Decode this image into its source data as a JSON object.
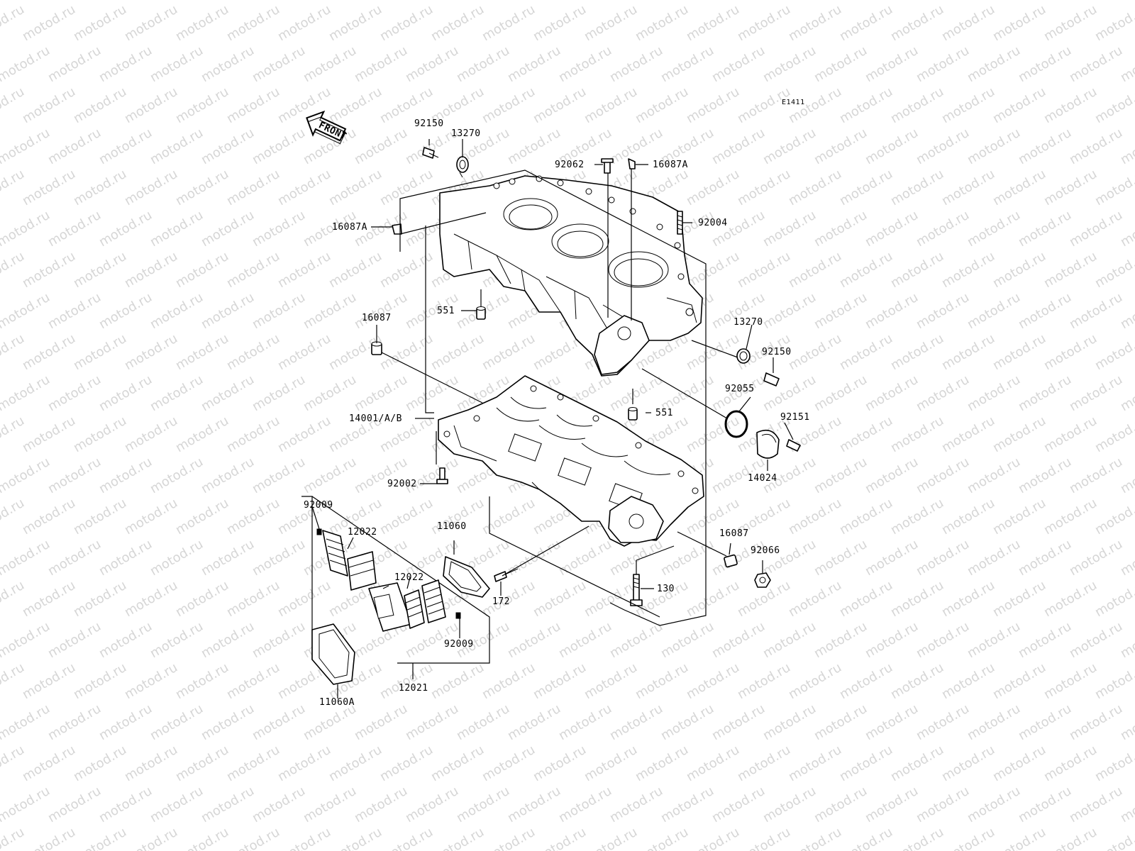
{
  "diagram_code": "E1411",
  "front_label": "FRONT",
  "watermark_text": "motod.ru",
  "parts": {
    "p92150_top": "92150",
    "p13270_top": "13270",
    "p92062": "92062",
    "p16087A_top": "16087A",
    "p16087A_left": "16087A",
    "p92004": "92004",
    "p551_top": "551",
    "p16087_left": "16087",
    "p13270_right": "13270",
    "p92150_right": "92150",
    "p92055": "92055",
    "p551_mid": "551",
    "p92151": "92151",
    "p14001": "14001/A/B",
    "p14024": "14024",
    "p92002": "92002",
    "p92009_top": "92009",
    "p12022_top": "12022",
    "p11060": "11060",
    "p12022_mid": "12022",
    "p172": "172",
    "p16087_right": "16087",
    "p92066": "92066",
    "p130": "130",
    "p92009_bottom": "92009",
    "p12021": "12021",
    "p11060A": "11060A"
  }
}
